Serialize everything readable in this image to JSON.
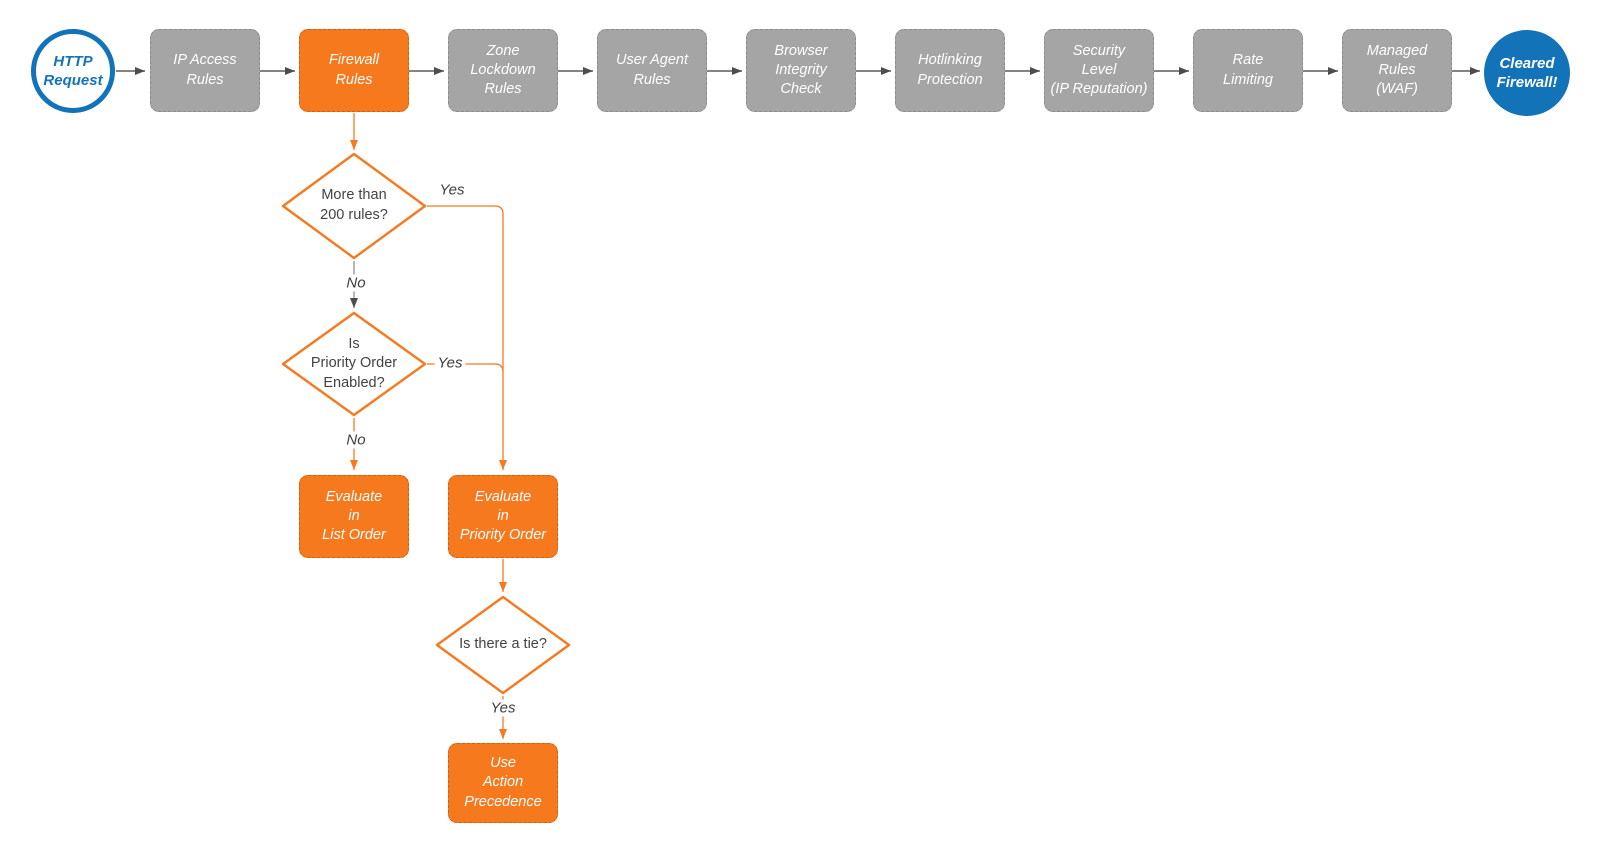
{
  "colors": {
    "accent_orange": "#F7791E",
    "node_gray": "#A5A5A5",
    "node_border_gray": "#8C8C8C",
    "accent_blue": "#1273B9",
    "connector_gray": "#4D4D4D",
    "diamond_text": "#424242",
    "canvas": "#FFFFFF"
  },
  "flow": {
    "start": {
      "label": "HTTP\nRequest"
    },
    "stages": [
      {
        "label": "IP Access\nRules"
      },
      {
        "label": "Firewall\nRules"
      },
      {
        "label": "Zone\nLockdown\nRules"
      },
      {
        "label": "User Agent\nRules"
      },
      {
        "label": "Browser\nIntegrity\nCheck"
      },
      {
        "label": "Hotlinking\nProtection"
      },
      {
        "label": "Security\nLevel\n(IP Reputation)"
      },
      {
        "label": "Rate\nLimiting"
      },
      {
        "label": "Managed\nRules\n(WAF)"
      }
    ],
    "end": {
      "label": "Cleared\nFirewall!"
    }
  },
  "decision_tree": {
    "diamonds": [
      {
        "label": "More than\n200 rules?"
      },
      {
        "label": "Is\nPriority Order\nEnabled?"
      },
      {
        "label": "Is there a tie?"
      }
    ],
    "outcomes": [
      {
        "label": "Evaluate\nin\nList Order"
      },
      {
        "label": "Evaluate\nin\nPriority Order"
      },
      {
        "label": "Use\nAction\nPrecedence"
      }
    ],
    "edge_labels": {
      "d1_yes": "Yes",
      "d1_no": "No",
      "d2_yes": "Yes",
      "d2_no": "No",
      "d3_yes": "Yes"
    }
  }
}
